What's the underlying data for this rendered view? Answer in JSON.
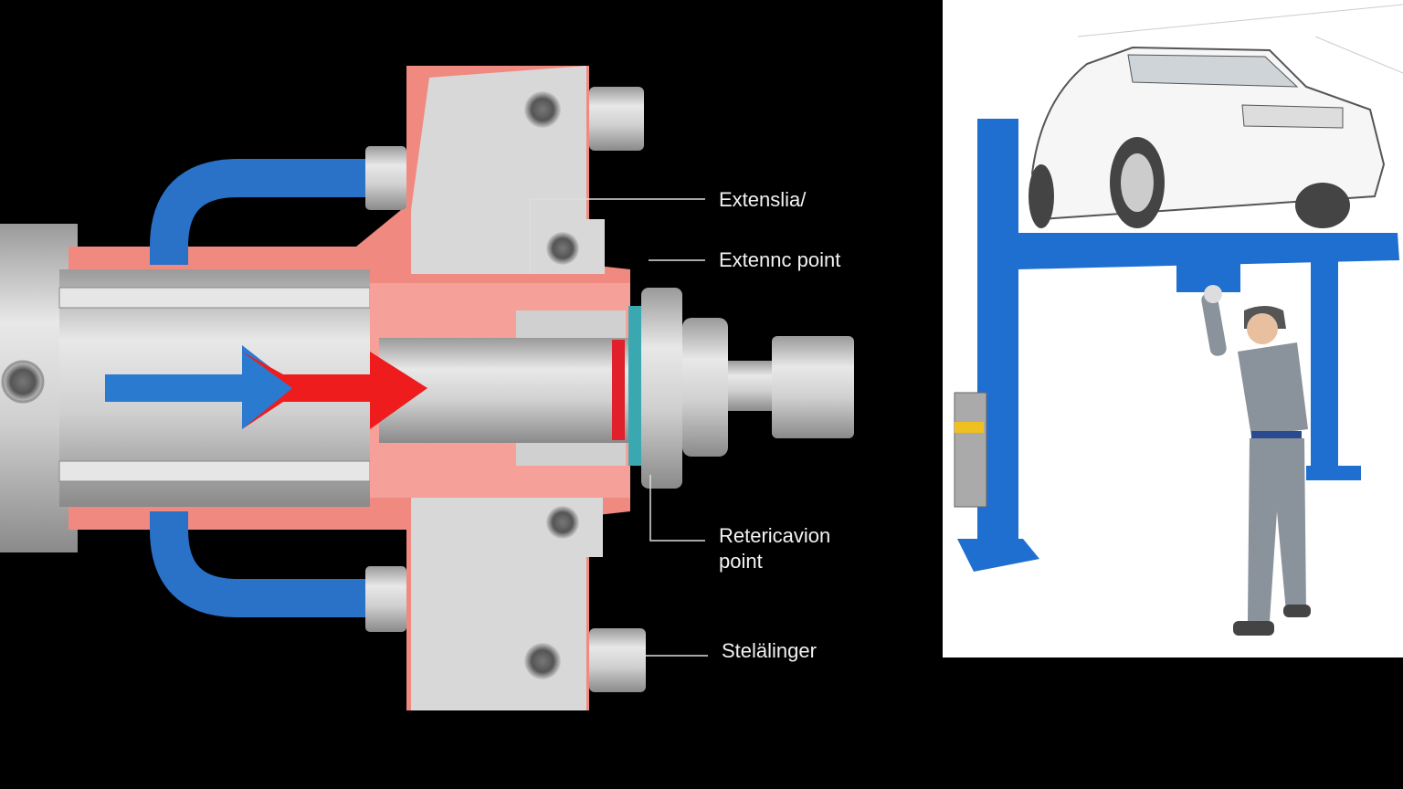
{
  "labels": {
    "extension": "Extenslia/",
    "extension_point": "Extennc point",
    "retraction_line1": "Retericavion",
    "retraction_line2": "point",
    "steel_cylinder": "Stelälinger"
  },
  "colors": {
    "background": "#000000",
    "housing": "#f08a80",
    "hose": "#2a72c8",
    "flow_arrow_blue": "#2a7ad0",
    "flow_arrow_red": "#ee1c1c",
    "lift": "#1f6fd0",
    "panel": "#ffffff"
  }
}
